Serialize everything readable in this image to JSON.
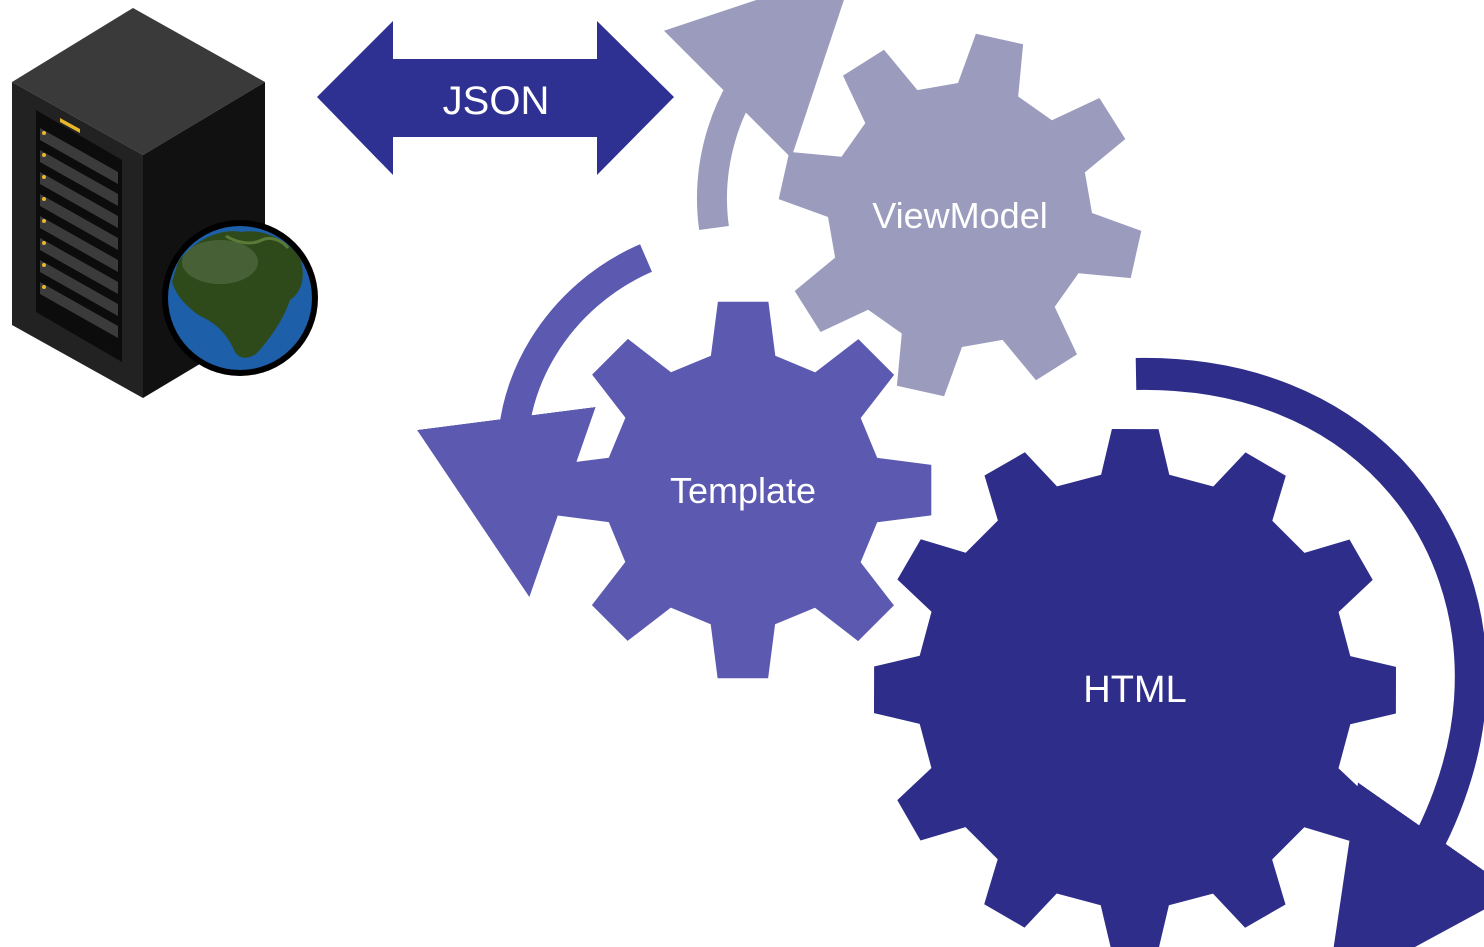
{
  "labels": {
    "json": "JSON",
    "viewmodel": "ViewModel",
    "template": "Template",
    "html": "HTML"
  },
  "colors": {
    "json_arrow": "#2e3192",
    "viewmodel_gear": "#9b9cbd",
    "template_gear": "#5b59b0",
    "html_gear": "#2e2e8a",
    "server_body": "#1a1a1a",
    "globe_ocean": "#1d5fa8",
    "globe_land": "#2f4a1a"
  },
  "icons": {
    "server": "server-rack-icon",
    "globe": "globe-icon"
  }
}
